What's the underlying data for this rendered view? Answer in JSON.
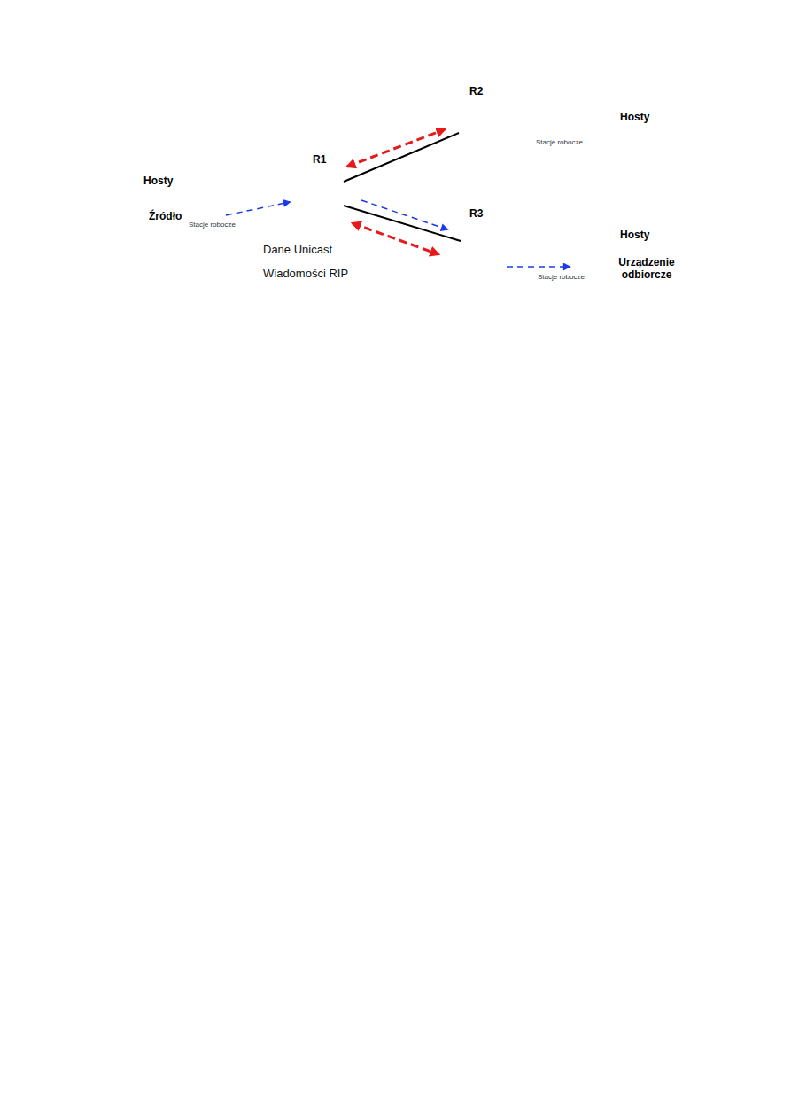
{
  "diagram": {
    "nodes": [
      {
        "text": [
          "Hosty",
          "Źródło",
          "Stacje robocze"
        ]
      },
      {
        "text": [
          "R1"
        ]
      },
      {
        "text": [
          "R2"
        ]
      },
      {
        "text": [
          "Hosty",
          "Stacje robocze"
        ]
      },
      {
        "text": [
          "R3"
        ]
      },
      {
        "text": [
          "Hosty",
          "Urządzenie odbiorcze",
          "Stacje robocze"
        ]
      }
    ],
    "edges": [
      {
        "from": 1,
        "to": 2,
        "arrow": "none"
      },
      {
        "from": 1,
        "to": 4,
        "arrow": "none"
      },
      {
        "from": 0,
        "to": 1,
        "arrow": "to"
      },
      {
        "from": 1,
        "to": 2,
        "arrow": "both"
      },
      {
        "from": 1,
        "to": 4,
        "arrow": "to"
      },
      {
        "from": 1,
        "to": 4,
        "arrow": "both"
      },
      {
        "from": 4,
        "to": 5,
        "arrow": "to"
      }
    ],
    "legend": [
      {
        "text": "Dane Unicast"
      },
      {
        "text": "Wiadomości RIP"
      }
    ]
  }
}
